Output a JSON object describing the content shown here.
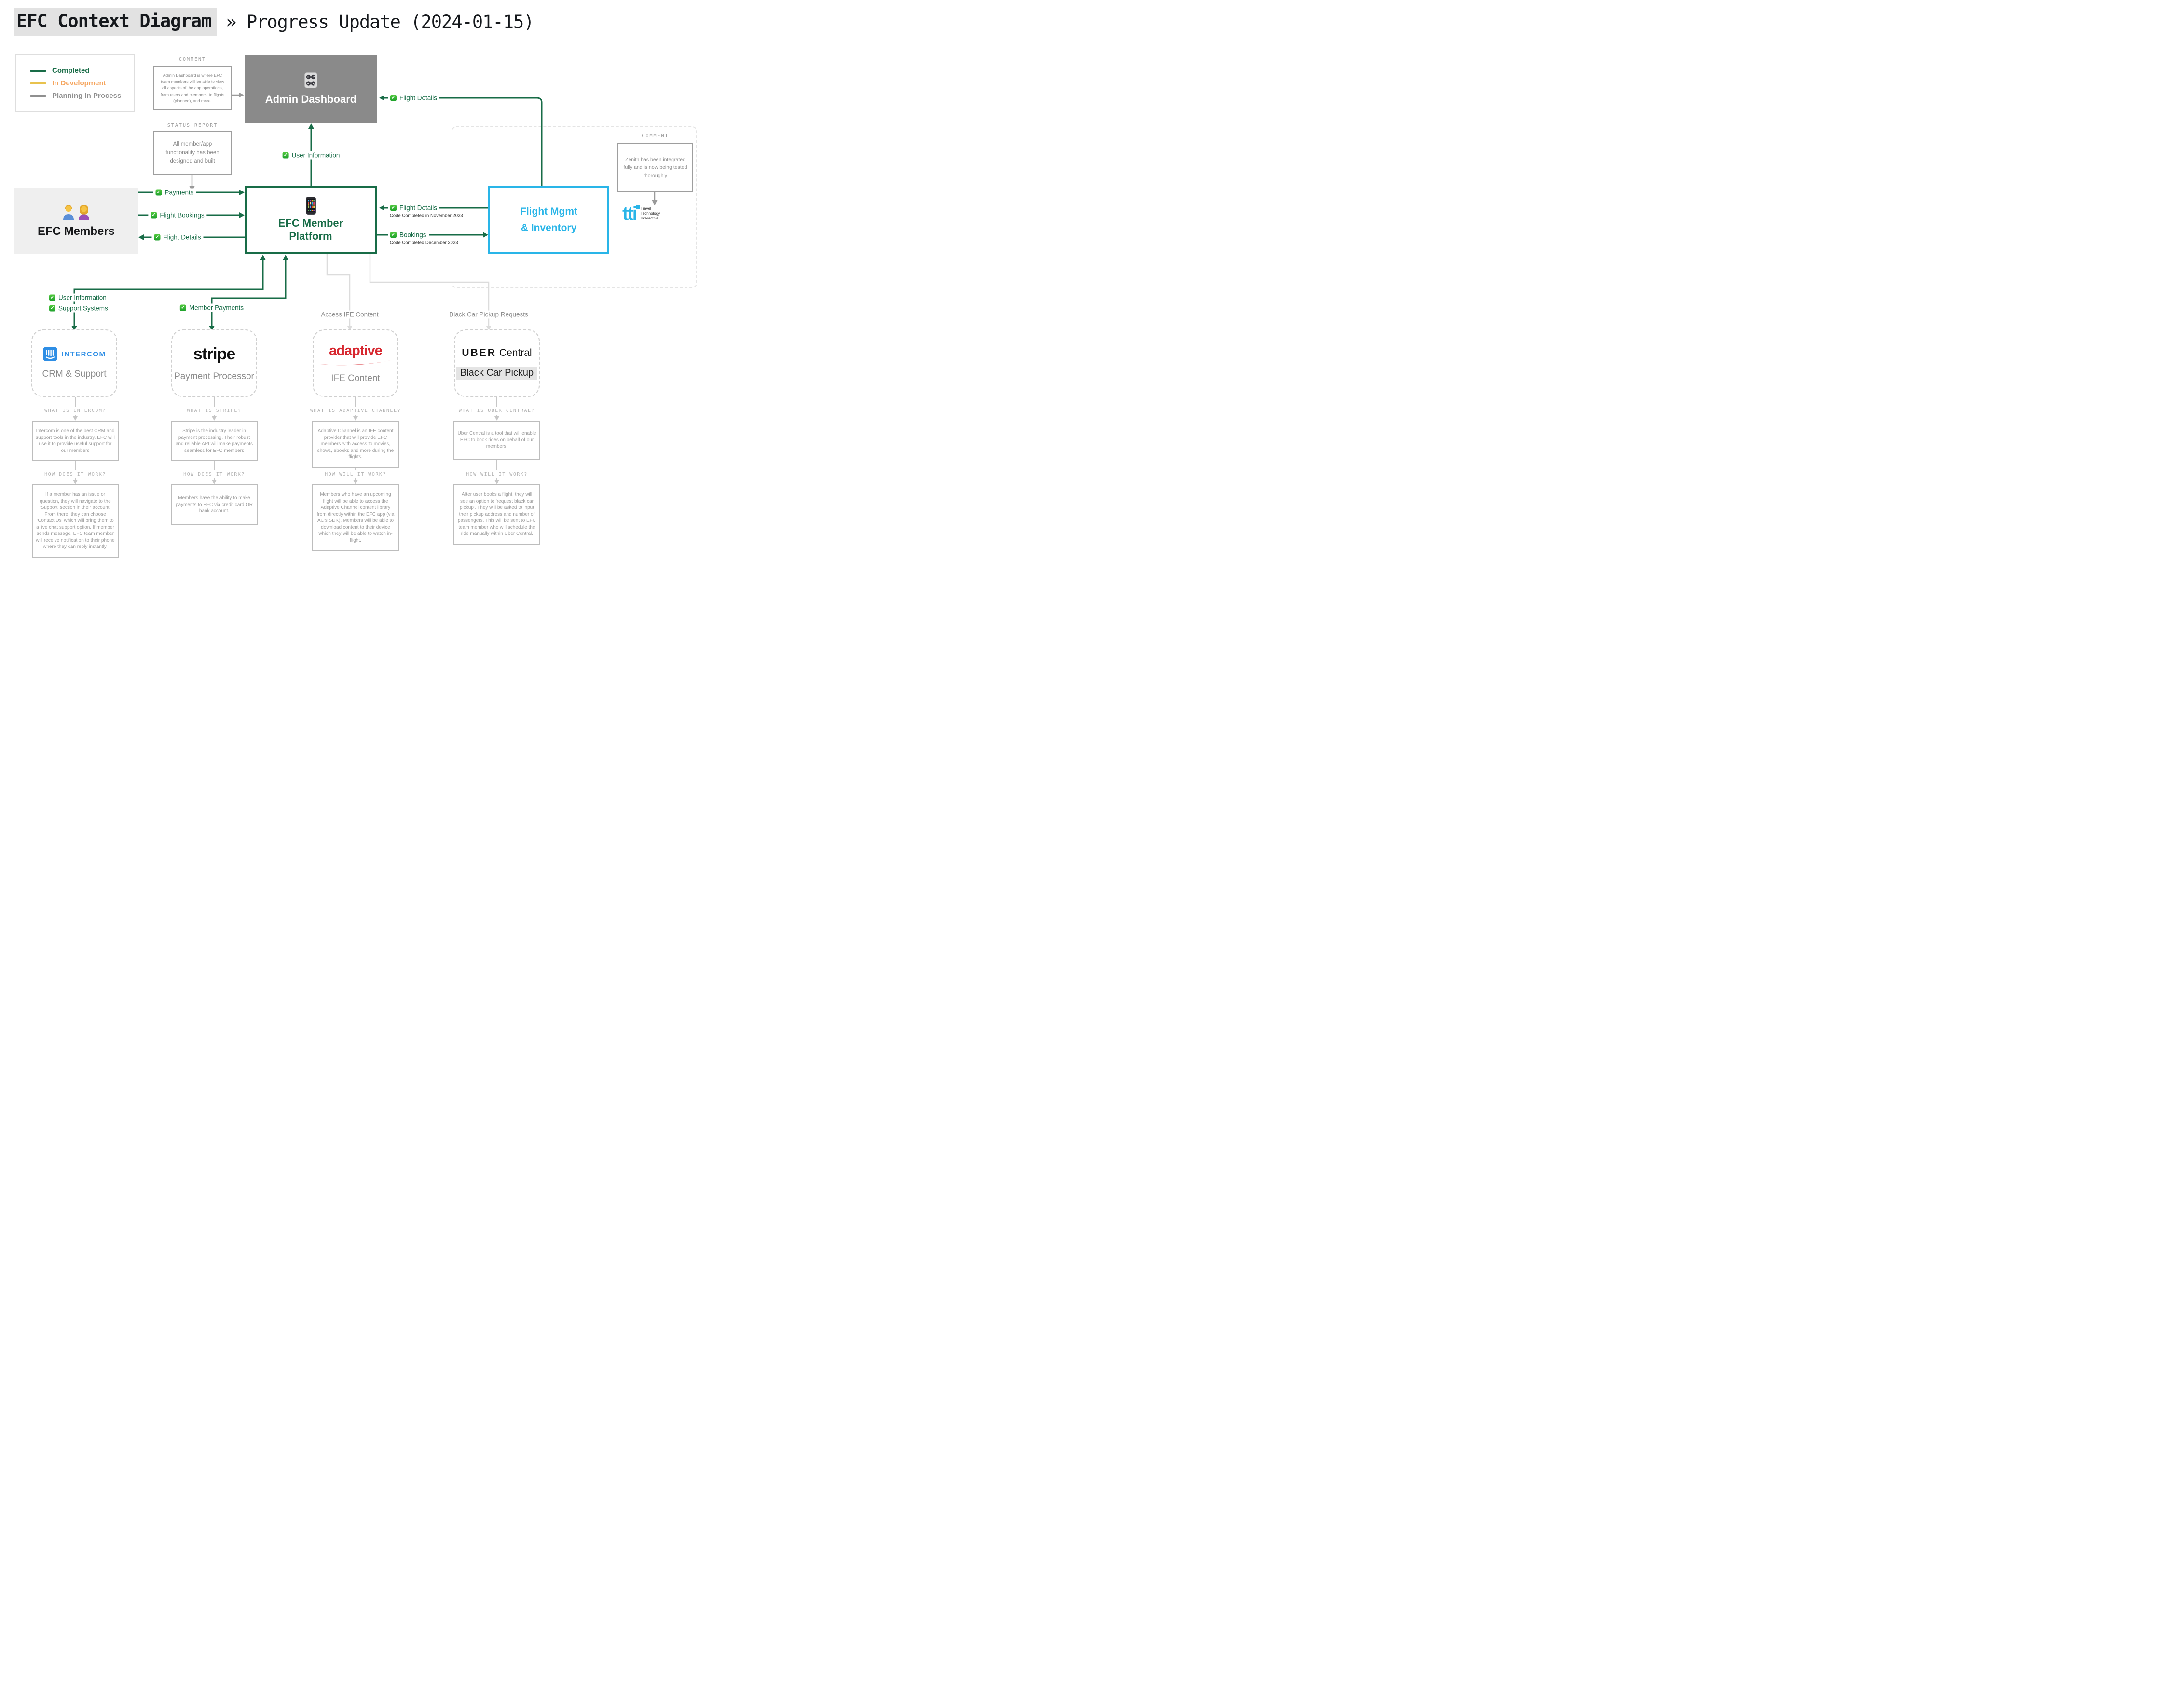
{
  "title": {
    "highlighted": "EFC Context Diagram",
    "separator": "»",
    "rest": "Progress Update (2024-01-15)"
  },
  "legend": {
    "completed": "Completed",
    "in_development": "In Development",
    "planning": "Planning In Process"
  },
  "colors": {
    "completed_green": "#186C47",
    "in_development_line": "#E8C24D",
    "in_development_text": "#F5A45C",
    "planning_gray": "#8F8F8F",
    "cyan": "#29B5E8",
    "admin_gray": "#8A8A8A",
    "adaptive_red": "#D7272F",
    "intercom_blue": "#2E8EE5"
  },
  "admin_dashboard": {
    "comment_label": "COMMENT",
    "comment_text": "Admin Dashboard is where EFC team members will be able to view all aspects of the app operations, from users and members, to flights (planned), and more.",
    "title": "Admin Dashboard"
  },
  "status_report": {
    "label": "STATUS REPORT",
    "text": "All member/app functionality has been designed and built"
  },
  "efc_members": {
    "title": "EFC Members"
  },
  "platform": {
    "title_line1": "EFC Member",
    "title_line2": "Platform"
  },
  "flight_mgmt": {
    "title_line1": "Flight Mgmt",
    "title_line2": "& Inventory"
  },
  "tti": {
    "wordmark": "tti",
    "line1": "Travel",
    "line2": "Technology",
    "line3": "Interactive"
  },
  "zenith": {
    "comment_label": "COMMENT",
    "comment_text": "Zenith has been integrated fully and is now being tested thoroughly"
  },
  "flows": {
    "payments": "Payments",
    "flight_bookings": "Flight Bookings",
    "flight_details_to_members": "Flight Details",
    "user_information_to_admin": "User Information",
    "flight_details_to_admin": "Flight Details",
    "flight_details_from_mgmt": "Flight Details",
    "flight_details_note": "Code Completed in November 2023",
    "bookings": "Bookings",
    "bookings_note": "Code Completed December 2023",
    "user_information": "User Information",
    "support_systems": "Support Systems",
    "member_payments": "Member Payments",
    "access_ife": "Access IFE Content",
    "black_car": "Black Car Pickup Requests"
  },
  "partners": [
    {
      "id": "intercom",
      "logo_text": "INTERCOM",
      "subtitle": "CRM & Support",
      "q1": "WHAT IS INTERCOM?",
      "a1": "Intercom is one of the best CRM and support tools in the industry. EFC will use it to provide useful support for our members",
      "q2": "HOW DOES IT WORK?",
      "a2": "If a member has an issue or question, they will navigate to the 'Support' section in their account. From there, they can choose 'Contact Us' which will bring them to a live chat support option. If member sends message, EFC team member will receive notification to their phone where they can reply instantly."
    },
    {
      "id": "stripe",
      "logo_text": "stripe",
      "subtitle": "Payment Processor",
      "q1": "WHAT IS STRIPE?",
      "a1": "Stripe is the industry leader in payment processing. Their robust and reliable API will make payments seamless for EFC members",
      "q2": "HOW DOES IT WORK?",
      "a2": "Members have the ability to make payments to EFC via credit card OR bank account."
    },
    {
      "id": "adaptive",
      "logo_text": "adaptive",
      "subtitle": "IFE Content",
      "q1": "WHAT IS ADAPTIVE CHANNEL?",
      "a1": "Adaptive Channel is an IFE content provider that will provide EFC members with access to movies, shows, ebooks and more during the flights.",
      "q2": "HOW WILL IT WORK?",
      "a2": "Members who have an upcoming flight will be able to access the Adaptive Channel content library from directly within the EFC app (via AC's SDK). Members will be able to download content to their device which they will be able to watch in-flight."
    },
    {
      "id": "uber",
      "logo_bold": "UBER",
      "logo_rest": "Central",
      "subtitle": "Black Car Pickup",
      "q1": "WHAT IS UBER CENTRAL?",
      "a1": "Uber Central is a tool that will enable EFC to book rides on behalf of our members.",
      "q2": "HOW WILL IT WORK?",
      "a2": "After user books a flight, they will see an option to 'request black car pickup'. They will be asked to input their pickup address and number of passengers. This will be sent to EFC team member who will schedule the ride manually within Uber Central."
    }
  ]
}
